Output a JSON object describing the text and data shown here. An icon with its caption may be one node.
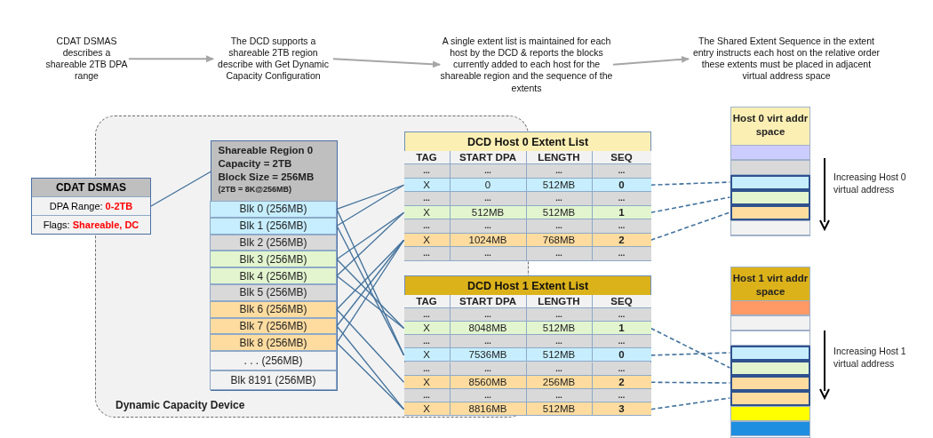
{
  "diagram": {
    "nodes": [
      {
        "text": [
          "CDAT DSMAS describes a shareable 2TB DPA range"
        ]
      },
      {
        "text": [
          "The DCD supports a shareable 2TB region describe with Get Dynamic Capacity Configuration"
        ]
      },
      {
        "text": [
          "A single extent list is maintained for each host by the DCD & reports the blocks currently added to each host for the shareable region and the sequence of the extents"
        ]
      },
      {
        "text": [
          "The Shared Extent Sequence in the extent entry instructs each host on the relative order these extents must be placed in adjacent virtual address space"
        ]
      },
      {
        "text": [
          "CDAT DSMAS",
          "DPA Range: **0-2TB**",
          "Flags: **Shareable, DC**"
        ]
      },
      {
        "text": [
          "Dynamic Capacity Device"
        ]
      },
      {
        "text": [
          "Shareable Region 0",
          "Capacity = 2TB",
          "Block Size = 256MB",
          "(2TB = 8K@256MB)"
        ],
        "in": 5
      },
      {
        "text": [
          "Blk 0 (256MB)"
        ],
        "in": 6
      },
      {
        "text": [
          "Blk 1 (256MB)"
        ],
        "in": 6
      },
      {
        "text": [
          "Blk 2 (256MB)"
        ],
        "in": 6
      },
      {
        "text": [
          "Blk 3 (256MB)"
        ],
        "in": 6
      },
      {
        "text": [
          "Blk 4 (256MB)"
        ],
        "in": 6
      },
      {
        "text": [
          "Blk 5 (256MB)"
        ],
        "in": 6
      },
      {
        "text": [
          "Blk 6 (256MB)"
        ],
        "in": 6
      },
      {
        "text": [
          "Blk 7 (256MB)"
        ],
        "in": 6
      },
      {
        "text": [
          "Blk 8 (256MB)"
        ],
        "in": 6
      },
      {
        "text": [
          ". . .     (256MB)"
        ],
        "in": 6
      },
      {
        "text": [
          "Blk 8191 (256MB)"
        ],
        "in": 6
      },
      {
        "text": [
          "DCD Host 0 Extent List"
        ]
      },
      {
        "text": [
          "TAG",
          "START DPA",
          "LENGTH",
          "SEQ"
        ],
        "in": 18
      },
      {
        "text": [
          "...",
          "...",
          "...",
          "..."
        ],
        "in": 18
      },
      {
        "text": [
          "X",
          "0",
          "512MB",
          "0"
        ],
        "in": 18
      },
      {
        "text": [
          "...",
          "...",
          "...",
          "..."
        ],
        "in": 18
      },
      {
        "text": [
          "X",
          "512MB",
          "512MB",
          "1"
        ],
        "in": 18
      },
      {
        "text": [
          "...",
          "...",
          "...",
          "..."
        ],
        "in": 18
      },
      {
        "text": [
          "X",
          "1024MB",
          "768MB",
          "2"
        ],
        "in": 18
      },
      {
        "text": [
          "...",
          "...",
          "...",
          "..."
        ],
        "in": 18
      },
      {
        "text": [
          "DCD Host 1 Extent List"
        ]
      },
      {
        "text": [
          "TAG",
          "START DPA",
          "LENGTH",
          "SEQ"
        ],
        "in": 27
      },
      {
        "text": [
          "...",
          "...",
          "...",
          "..."
        ],
        "in": 27
      },
      {
        "text": [
          "X",
          "8048MB",
          "512MB",
          "1"
        ],
        "in": 27
      },
      {
        "text": [
          "...",
          "...",
          "...",
          "..."
        ],
        "in": 27
      },
      {
        "text": [
          "X",
          "7536MB",
          "512MB",
          "0"
        ],
        "in": 27
      },
      {
        "text": [
          "...",
          "...",
          "...",
          "..."
        ],
        "in": 27
      },
      {
        "text": [
          "X",
          "8560MB",
          "256MB",
          "2"
        ],
        "in": 27
      },
      {
        "text": [
          "...",
          "...",
          "...",
          "..."
        ],
        "in": 27
      },
      {
        "text": [
          "X",
          "8816MB",
          "512MB",
          "3"
        ],
        "in": 27
      },
      {
        "text": [
          "Host 0 virt addr space"
        ]
      },
      {
        "text": [],
        "shape": "box",
        "in": 37
      },
      {
        "text": [],
        "shape": "box",
        "in": 37
      },
      {
        "text": [],
        "shape": "box",
        "in": 37
      },
      {
        "text": [],
        "shape": "box",
        "in": 37
      },
      {
        "text": [],
        "shape": "box",
        "in": 37
      },
      {
        "text": [],
        "shape": "box",
        "in": 37
      },
      {
        "text": [
          "Host 1 virt addr space"
        ]
      },
      {
        "text": [],
        "shape": "box",
        "in": 44
      },
      {
        "text": [],
        "shape": "box",
        "in": 44
      },
      {
        "text": [],
        "shape": "box",
        "in": 44
      },
      {
        "text": [],
        "shape": "box",
        "in": 44
      },
      {
        "text": [],
        "shape": "box",
        "in": 44
      },
      {
        "text": [],
        "shape": "box",
        "in": 44
      },
      {
        "text": [],
        "shape": "box",
        "in": 44
      },
      {
        "text": [],
        "shape": "box",
        "in": 44
      },
      {
        "text": [],
        "shape": "box",
        "in": 44
      }
    ],
    "edges": [
      {
        "from": 0,
        "to": 1,
        "arrow": "to",
        "color": "#a6a6a6"
      },
      {
        "from": 1,
        "to": 2,
        "arrow": "to",
        "color": "#a6a6a6"
      },
      {
        "from": 2,
        "to": 3,
        "arrow": "to",
        "color": "#a6a6a6"
      },
      {
        "from": 4,
        "to": 6,
        "arrow": "none"
      },
      {
        "from": 7,
        "to": 21,
        "arrow": "none"
      },
      {
        "from": 7,
        "to": 32,
        "arrow": "none"
      },
      {
        "from": 8,
        "to": 21,
        "arrow": "none"
      },
      {
        "from": 8,
        "to": 32,
        "arrow": "none"
      },
      {
        "from": 10,
        "to": 23,
        "arrow": "none"
      },
      {
        "from": 10,
        "to": 30,
        "arrow": "none"
      },
      {
        "from": 11,
        "to": 23,
        "arrow": "none"
      },
      {
        "from": 11,
        "to": 30,
        "arrow": "none"
      },
      {
        "from": 13,
        "to": 25,
        "arrow": "none"
      },
      {
        "from": 13,
        "to": 34,
        "arrow": "none"
      },
      {
        "from": 14,
        "to": 25,
        "arrow": "none"
      },
      {
        "from": 14,
        "to": 36,
        "arrow": "none"
      },
      {
        "from": 15,
        "to": 25,
        "arrow": "none"
      },
      {
        "from": 15,
        "to": 36,
        "arrow": "none"
      },
      {
        "from": 21,
        "to": 40,
        "arrow": "none",
        "style": "dashed"
      },
      {
        "from": 23,
        "to": 41,
        "arrow": "none",
        "style": "dashed"
      },
      {
        "from": 25,
        "to": 42,
        "arrow": "none",
        "style": "dashed"
      },
      {
        "from": 30,
        "to": 49,
        "arrow": "none",
        "style": "dashed"
      },
      {
        "from": 32,
        "to": 48,
        "arrow": "none",
        "style": "dashed"
      },
      {
        "from": 34,
        "to": 50,
        "arrow": "none",
        "style": "dashed"
      },
      {
        "from": 36,
        "to": 51,
        "arrow": "none",
        "style": "dashed"
      }
    ],
    "labels": [
      "Increasing Host 0 virtual address",
      "Increasing Host 1 virtual address"
    ]
  }
}
